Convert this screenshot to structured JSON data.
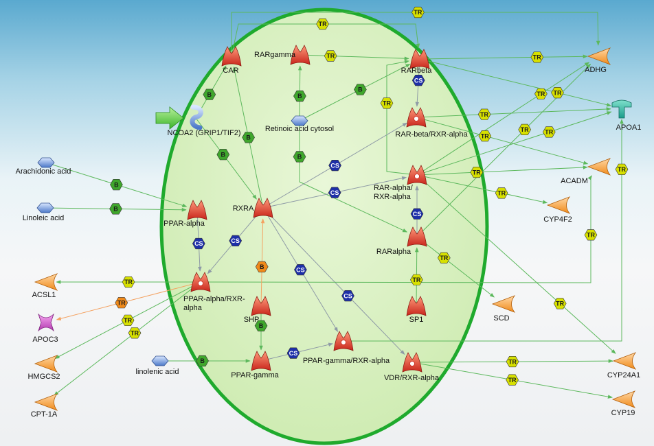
{
  "diagram": {
    "compartment": "nucleus",
    "nodes": {
      "car": {
        "label": "CAR",
        "kind": "receptor"
      },
      "rargamma": {
        "label": "RARgamma",
        "kind": "receptor"
      },
      "rarbeta": {
        "label": "RARbeta",
        "kind": "receptor"
      },
      "adhg": {
        "label": "ADHG",
        "kind": "enzyme"
      },
      "ncoa2": {
        "label": "NCOA2 (GRIP1/TIF2)",
        "kind": "cofactor"
      },
      "retinoic_acid": {
        "label": "Retinoic acid cytosol",
        "kind": "compound"
      },
      "rarbeta_rxralpha": {
        "label": "RAR-beta/RXR-alpha",
        "kind": "complex"
      },
      "apoa1": {
        "label": "APOA1",
        "kind": "transporter"
      },
      "arachidonic_acid": {
        "label": "Arachidonic acid",
        "kind": "compound"
      },
      "linoleic_acid": {
        "label": "Linoleic acid",
        "kind": "compound"
      },
      "ppar_alpha": {
        "label": "PPAR-alpha",
        "kind": "receptor"
      },
      "rxra": {
        "label": "RXRA",
        "kind": "receptor"
      },
      "raralpha_rxralpha": {
        "label": "RAR-alpha/ RXR-alpha",
        "kind": "complex"
      },
      "acadm": {
        "label": "ACADM",
        "kind": "enzyme"
      },
      "cyp4f2": {
        "label": "CYP4F2",
        "kind": "enzyme"
      },
      "raralpha": {
        "label": "RARalpha",
        "kind": "receptor"
      },
      "acsl1": {
        "label": "ACSL1",
        "kind": "enzyme"
      },
      "ppar_alpha_rxr": {
        "label": "PPAR-alpha/RXR-alpha",
        "kind": "complex"
      },
      "apoc3": {
        "label": "APOC3",
        "kind": "generic"
      },
      "shp": {
        "label": "SHP",
        "kind": "receptor"
      },
      "sp1": {
        "label": "SP1",
        "kind": "receptor"
      },
      "scd": {
        "label": "SCD",
        "kind": "enzyme"
      },
      "hmgcs2": {
        "label": "HMGCS2",
        "kind": "enzyme"
      },
      "linolenic_acid": {
        "label": "linolenic acid",
        "kind": "compound"
      },
      "ppar_gamma": {
        "label": "PPAR-gamma",
        "kind": "receptor"
      },
      "ppar_gamma_rxr": {
        "label": "PPAR-gamma/RXR-alpha",
        "kind": "complex"
      },
      "vdr_rxr": {
        "label": "VDR/RXR-alpha",
        "kind": "complex"
      },
      "cyp24a1": {
        "label": "CYP24A1",
        "kind": "enzyme"
      },
      "cpt1a": {
        "label": "CPT-1A",
        "kind": "enzyme"
      },
      "cyp19": {
        "label": "CYP19",
        "kind": "enzyme"
      }
    },
    "badge_types": {
      "TR": {
        "text": "TR",
        "color": "#d7e000",
        "shape": "hexagon"
      },
      "B": {
        "text": "B",
        "color": "#3fa62c",
        "shape": "hexagon"
      },
      "CS": {
        "text": "CS",
        "color": "#1d2fa8",
        "shape": "hexagon"
      },
      "B_inhibit": {
        "text": "B",
        "color": "#f08a1a",
        "shape": "hexagon"
      },
      "TR_inhibit": {
        "text": "TR",
        "color": "#f08a1a",
        "shape": "hexagon"
      }
    },
    "colors": {
      "activation_line": "#5cb85c",
      "complex_line": "#8e9aa6",
      "inhibition_line": "#f4a261",
      "compartment_stroke": "#1faa2d",
      "compartment_fill": "#cdebb0"
    }
  }
}
